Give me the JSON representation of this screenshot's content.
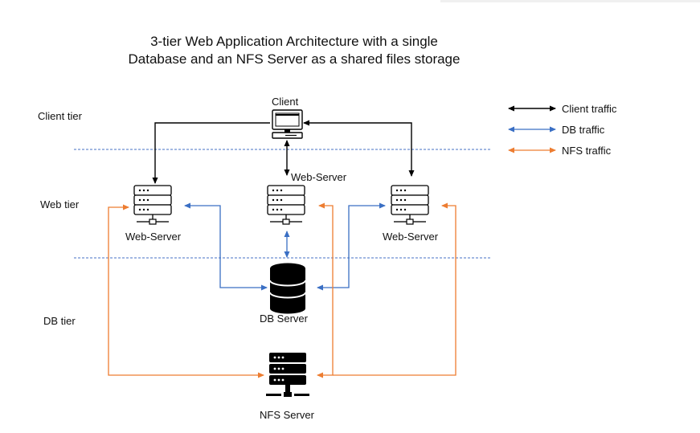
{
  "title": {
    "line1": "3-tier Web Application Architecture with a single",
    "line2": "Database and an NFS  Server as a shared files storage"
  },
  "tiers": {
    "client": "Client tier",
    "web": "Web tier",
    "db": "DB tier"
  },
  "nodes": {
    "client": "Client",
    "web_left": "Web-Server",
    "web_center": "Web-Server",
    "web_right": "Web-Server",
    "db": "DB Server",
    "nfs": "NFS Server"
  },
  "legend": {
    "client": "Client traffic",
    "db": "DB traffic",
    "nfs": "NFS traffic"
  },
  "colors": {
    "client_traffic": "#000000",
    "db_traffic": "#3a6fc4",
    "nfs_traffic": "#ed7d31",
    "tier_divider": "#4472c4"
  }
}
